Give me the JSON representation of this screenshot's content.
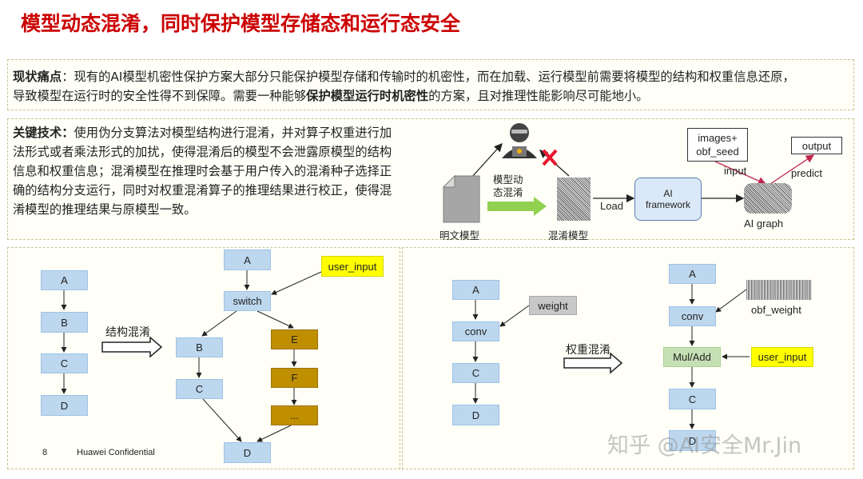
{
  "title": "模型动态混淆，同时保护模型存储态和运行态安全",
  "current_pain": {
    "label": "现状痛点",
    "text1": "：现有的AI模型机密性保护方案大部分只能保护模型存储和传输时的机密性，而在加载、运行模型前需要将模型的结构和权重信息还原，",
    "text2": "导致模型在运行时的安全性得不到保障。需要一种能够",
    "bold": "保护模型运行时机密性",
    "text3": "的方案，且对推理性能影响尽可能地小。"
  },
  "key_tech": {
    "label": "关键技术：",
    "lines": [
      "使用伪分支算法对模型结构进行混淆，并对算子权重进行加",
      "法形式或者乘法形式的加扰，使得混淆后的模型不会泄露原模型的结构",
      "信息和权重信息；混淆模型在推理时会基于用户传入的混淆种子选择正",
      "确的结构分支运行，同时对权重混淆算子的推理结果进行校正，使得混",
      "淆模型的推理结果与原模型一致。"
    ]
  },
  "flow": {
    "plain_model": "明文模型",
    "dynamic_obf": [
      "模型动",
      "态混淆"
    ],
    "obf_model": "混淆模型",
    "load": "Load",
    "framework": [
      "AI",
      "framework"
    ],
    "images_seed": [
      "images+",
      "obf_seed"
    ],
    "input": "input",
    "output": "output",
    "predict": "predict",
    "ai_graph": "AI graph"
  },
  "structure": {
    "orig_nodes": [
      "A",
      "B",
      "C",
      "D"
    ],
    "arrow_label": "结构混淆",
    "obf": {
      "a": "A",
      "user_input": "user_input",
      "switch": "switch",
      "b": "B",
      "c": "C",
      "e": "E",
      "f": "F",
      "dots": "...",
      "d": "D"
    }
  },
  "weight": {
    "orig": {
      "a": "A",
      "weight": "weight",
      "conv": "conv",
      "c": "C",
      "d": "D"
    },
    "arrow_label": "权重混淆",
    "obf": {
      "a": "A",
      "obf_weight": "obf_weight",
      "conv": "conv",
      "muladd": "Mul/Add",
      "user_input": "user_input",
      "c": "C",
      "d": "D"
    }
  },
  "footer": {
    "page": "8",
    "confidential": "Huawei Confidential",
    "watermark": "知乎 @AI安全Mr.Jin"
  }
}
